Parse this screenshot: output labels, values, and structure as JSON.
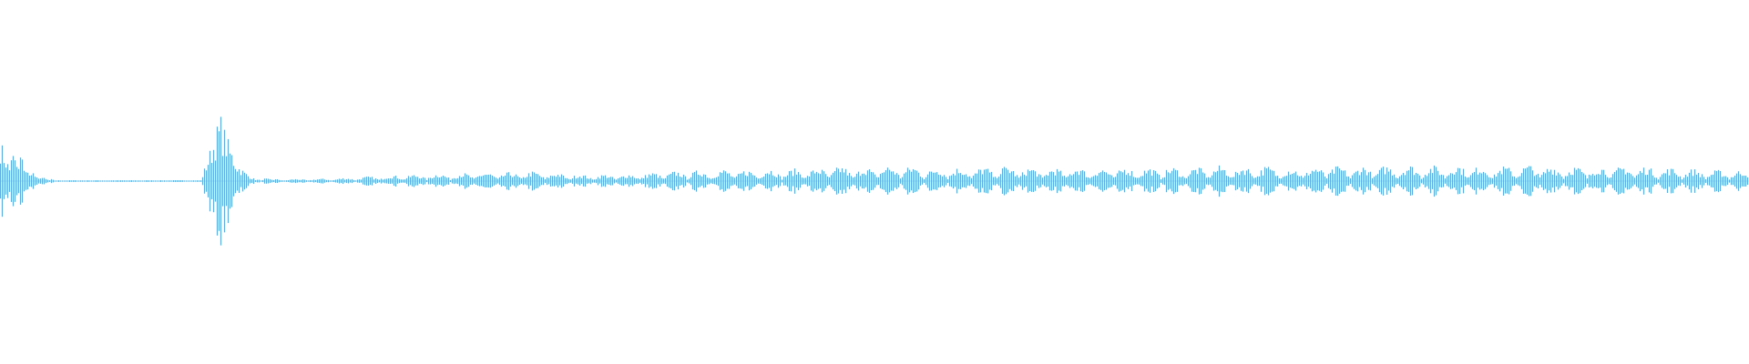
{
  "chart_data": {
    "type": "waveform",
    "color": "#5dade2",
    "background": "#ffffff",
    "amplitude_range": [
      -1,
      1
    ],
    "grid": false,
    "envelope": [
      0.2,
      0.15,
      0.03,
      0.005,
      0.005,
      0.005,
      0.005,
      0.005,
      0.005,
      0.005,
      0.005,
      0.005,
      0.35,
      0.12,
      0.02,
      0.01,
      0.01,
      0.01,
      0.012,
      0.015,
      0.02,
      0.025,
      0.03,
      0.03,
      0.035,
      0.035,
      0.04,
      0.04,
      0.04,
      0.045,
      0.04,
      0.035,
      0.03,
      0.03,
      0.03,
      0.035,
      0.04,
      0.045,
      0.05,
      0.05,
      0.055,
      0.05,
      0.06,
      0.05,
      0.06,
      0.06,
      0.07,
      0.06,
      0.07,
      0.07,
      0.07,
      0.06,
      0.065,
      0.06,
      0.065,
      0.07,
      0.065,
      0.06,
      0.06,
      0.065,
      0.06,
      0.06,
      0.065,
      0.06,
      0.065,
      0.06,
      0.065,
      0.07,
      0.065,
      0.07,
      0.065,
      0.06,
      0.065,
      0.07,
      0.065,
      0.07,
      0.07,
      0.075,
      0.07,
      0.07,
      0.075,
      0.07,
      0.065,
      0.07,
      0.075,
      0.07,
      0.07,
      0.065,
      0.07,
      0.07,
      0.07,
      0.06,
      0.06,
      0.055,
      0.05,
      0.05
    ]
  }
}
